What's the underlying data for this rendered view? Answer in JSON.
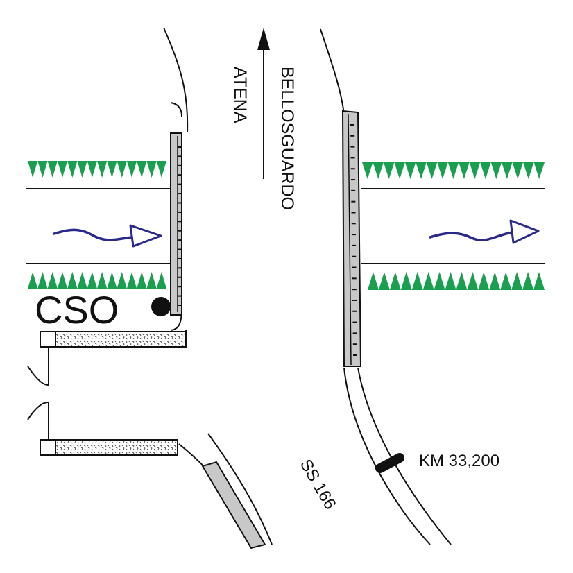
{
  "direction": {
    "label_line1": "BELLOSGUARDO",
    "label_line2": "ATENA"
  },
  "labels": {
    "cso": "CSO",
    "km_marker": "KM 33,200",
    "road_name": "SS 166"
  },
  "colors": {
    "vegetation": "#1a9e50",
    "flow_arrow": "#2b2a8a",
    "barrier_fill": "#c8c8c8",
    "line": "#111111"
  },
  "icons": {
    "flow": "wavy-arrow-icon",
    "direction": "north-arrow-icon",
    "cso_point": "filled-circle-icon"
  }
}
